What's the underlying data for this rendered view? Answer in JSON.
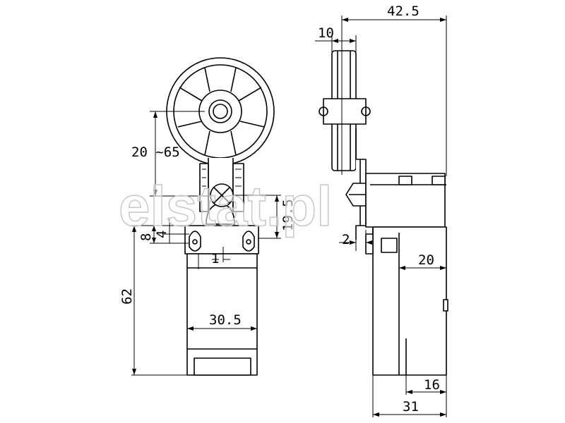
{
  "watermark": "elstat.pl",
  "front_view": {
    "dims": {
      "lever_range": "20 ~65",
      "height_19_5": "19.5",
      "mount_8": "8",
      "mount_4": "4",
      "offset_1": "1",
      "height_62": "62",
      "width_30_5": "30.5"
    }
  },
  "side_view": {
    "dims": {
      "overall_42_5": "42.5",
      "wheel_10": "10",
      "gap_2": "2",
      "depth_20": "20",
      "depth_16": "16",
      "depth_31": "31"
    }
  }
}
